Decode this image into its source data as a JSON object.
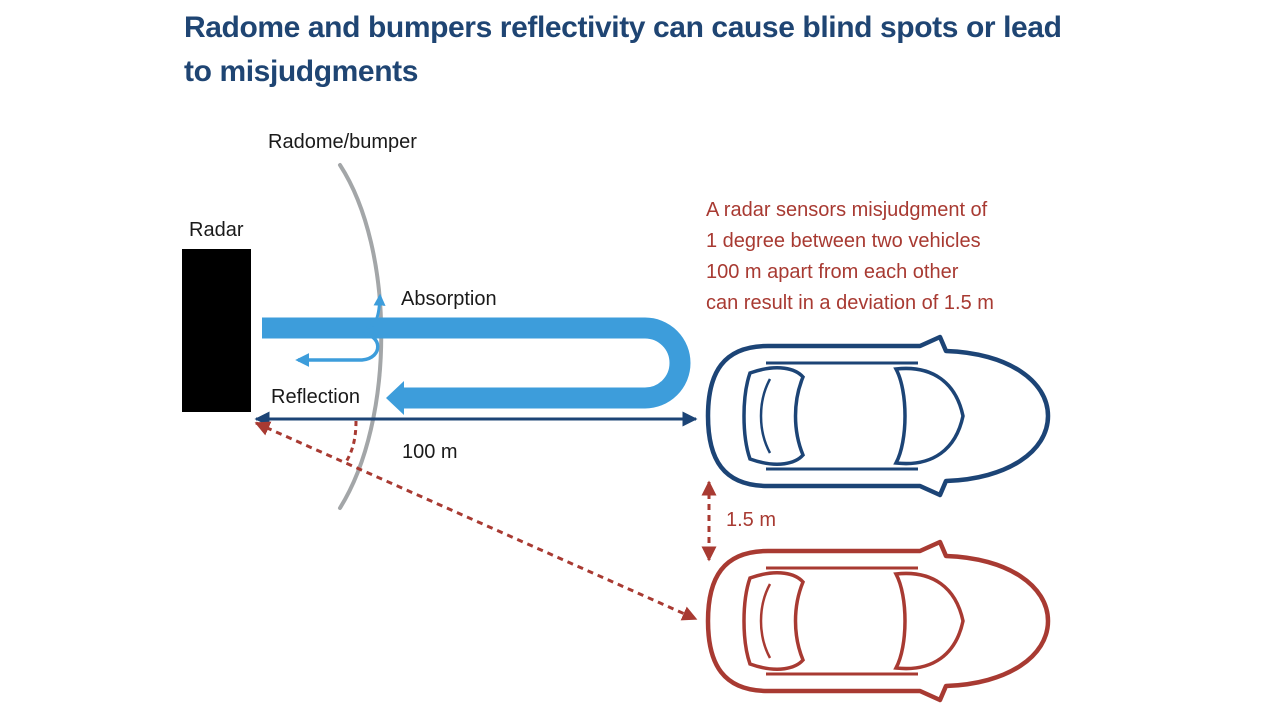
{
  "title": {
    "line1": "Radome and bumpers reflectivity can cause blind spots or lead",
    "line2": "to misjudgments"
  },
  "labels": {
    "radome": "Radome/bumper",
    "radar": "Radar",
    "absorption": "Absorption",
    "reflection": "Reflection",
    "distance": "100 m",
    "deviation": "1.5 m"
  },
  "note": {
    "lines": [
      "A radar sensors misjudgment of",
      "1 degree between two vehicles",
      "100 m apart from each other",
      "can result in a deviation of 1.5 m"
    ]
  },
  "colors": {
    "title": "#1f4573",
    "signal": "#3d9ddb",
    "car_blue": "#1c4476",
    "car_red": "#a83a32",
    "radome": "#a3a6a8",
    "radar": "#000000"
  }
}
